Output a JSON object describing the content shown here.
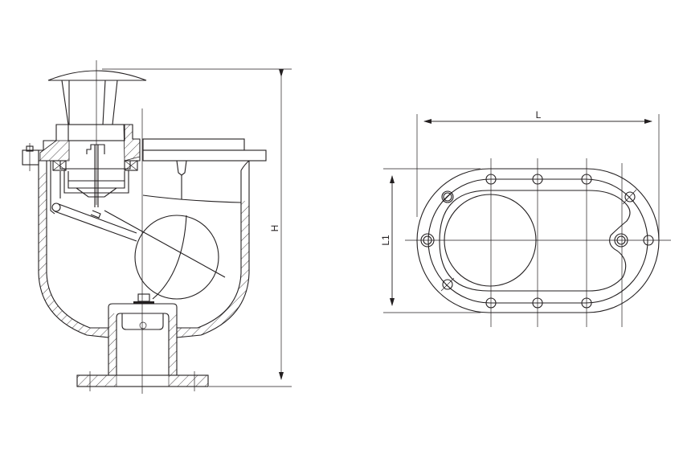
{
  "drawing": {
    "front_view": {
      "height_label": "H"
    },
    "top_view": {
      "length_label": "L",
      "width_label": "L1"
    },
    "line_color": "#231f20"
  }
}
